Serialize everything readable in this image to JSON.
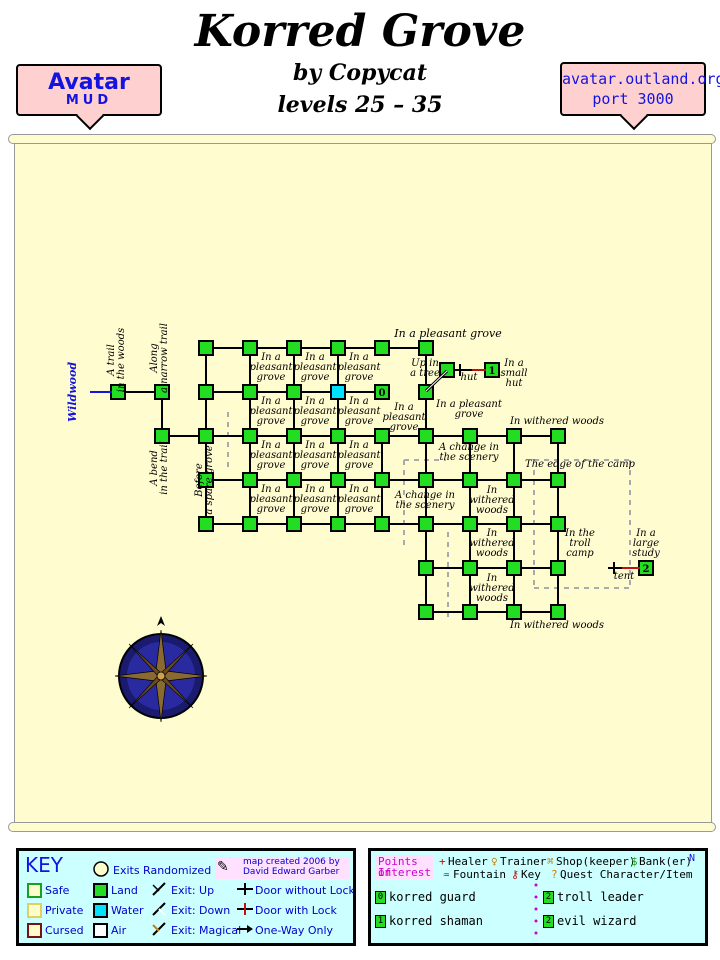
{
  "header": {
    "title": "Korred Grove",
    "author": "by Copycat",
    "levels": "levels 25 – 35",
    "logo_avatar": "Avatar",
    "logo_mud": "MUD",
    "site_url": "avatar.outland.org",
    "site_port": "port 3000"
  },
  "map": {
    "exit_label": "Wildwood",
    "rooms": [
      {
        "id": "r1",
        "col": 2,
        "row": 1,
        "type": "land"
      },
      {
        "id": "r2",
        "col": 3,
        "row": 1,
        "type": "land"
      },
      {
        "id": "r3",
        "col": 4,
        "row": 1,
        "type": "land"
      },
      {
        "id": "r4",
        "col": 5,
        "row": 1,
        "type": "land"
      },
      {
        "id": "r5",
        "col": 6,
        "row": 1,
        "type": "land"
      },
      {
        "id": "r6",
        "col": 7,
        "row": 1,
        "type": "land"
      },
      {
        "id": "r7",
        "col": 0,
        "row": 2,
        "type": "land"
      },
      {
        "id": "r8",
        "col": 1,
        "row": 2,
        "type": "land"
      },
      {
        "id": "r9",
        "col": 2,
        "row": 2,
        "type": "land"
      },
      {
        "id": "r10",
        "col": 3,
        "row": 2,
        "type": "land"
      },
      {
        "id": "r11",
        "col": 4,
        "row": 2,
        "type": "land"
      },
      {
        "id": "r12",
        "col": 5,
        "row": 2,
        "type": "water"
      },
      {
        "id": "r13",
        "col": 6,
        "row": 2,
        "type": "land",
        "marker": "0"
      },
      {
        "id": "r14",
        "col": 7,
        "row": 2,
        "type": "land"
      },
      {
        "id": "r15",
        "col": 1,
        "row": 3,
        "type": "land"
      },
      {
        "id": "r16",
        "col": 1.8,
        "row": 3,
        "type": "land"
      },
      {
        "id": "r17",
        "col": 2,
        "row": 3,
        "type": "land"
      },
      {
        "id": "r18",
        "col": 3,
        "row": 3,
        "type": "land"
      },
      {
        "id": "r19",
        "col": 4,
        "row": 3,
        "type": "land"
      },
      {
        "id": "r20",
        "col": 5,
        "row": 3,
        "type": "land"
      },
      {
        "id": "r21",
        "col": 6,
        "row": 3,
        "type": "land"
      },
      {
        "id": "r22",
        "col": 7,
        "row": 3,
        "type": "land"
      },
      {
        "id": "r23",
        "col": 8,
        "row": 3,
        "type": "land"
      },
      {
        "id": "r24",
        "col": 9,
        "row": 3,
        "type": "land"
      },
      {
        "id": "r25",
        "col": 10,
        "row": 3,
        "type": "land"
      },
      {
        "id": "r26",
        "col": 2,
        "row": 4,
        "type": "land"
      },
      {
        "id": "r27",
        "col": 3,
        "row": 4,
        "type": "land"
      },
      {
        "id": "r28",
        "col": 4,
        "row": 4,
        "type": "land"
      },
      {
        "id": "r29",
        "col": 5,
        "row": 4,
        "type": "land"
      },
      {
        "id": "r30",
        "col": 6,
        "row": 4,
        "type": "land"
      },
      {
        "id": "r31",
        "col": 7,
        "row": 4,
        "type": "land"
      },
      {
        "id": "r32",
        "col": 8,
        "row": 4,
        "type": "land"
      },
      {
        "id": "r33",
        "col": 9,
        "row": 4,
        "type": "land"
      },
      {
        "id": "r34",
        "col": 10,
        "row": 4,
        "type": "land"
      },
      {
        "id": "r35",
        "col": 2,
        "row": 5,
        "type": "land"
      },
      {
        "id": "r36",
        "col": 3,
        "row": 5,
        "type": "land"
      },
      {
        "id": "r37",
        "col": 4,
        "row": 5,
        "type": "land"
      },
      {
        "id": "r38",
        "col": 5,
        "row": 5,
        "type": "land"
      },
      {
        "id": "r39",
        "col": 6,
        "row": 5,
        "type": "land"
      },
      {
        "id": "r40",
        "col": 7,
        "row": 5,
        "type": "land"
      },
      {
        "id": "r41",
        "col": 8,
        "row": 5,
        "type": "land"
      },
      {
        "id": "r42",
        "col": 9,
        "row": 5,
        "type": "land"
      },
      {
        "id": "r43",
        "col": 10,
        "row": 5,
        "type": "land"
      },
      {
        "id": "r44",
        "col": 7,
        "row": 6,
        "type": "land"
      },
      {
        "id": "r45",
        "col": 8,
        "row": 6,
        "type": "land"
      },
      {
        "id": "r46",
        "col": 9,
        "row": 6,
        "type": "land"
      },
      {
        "id": "r47",
        "col": 10,
        "row": 6,
        "type": "land"
      },
      {
        "id": "r48",
        "col": 7,
        "row": 7,
        "type": "land"
      },
      {
        "id": "r49",
        "col": 8,
        "row": 7,
        "type": "land"
      },
      {
        "id": "r50",
        "col": 9,
        "row": 7,
        "type": "land"
      },
      {
        "id": "r51",
        "col": 10,
        "row": 7,
        "type": "land"
      }
    ],
    "labels": [
      {
        "text": "In a pleasant grove",
        "cls": "h"
      },
      {
        "text": "Up in a tree",
        "cls": "h"
      },
      {
        "text": "hut",
        "cls": "h"
      },
      {
        "text": "In a small hut",
        "cls": "h"
      },
      {
        "text": "In a pleasant grove",
        "cls": "h"
      },
      {
        "text": "In withered woods",
        "cls": "h"
      },
      {
        "text": "A change in the scenery",
        "cls": "h"
      },
      {
        "text": "The edge of the camp",
        "cls": "h"
      },
      {
        "text": "A change in the scenery",
        "cls": "h"
      },
      {
        "text": "In withered woods",
        "cls": "h"
      },
      {
        "text": "In withered woods",
        "cls": "h"
      },
      {
        "text": "In the troll camp",
        "cls": "h"
      },
      {
        "text": "In a large study",
        "cls": "h"
      },
      {
        "text": "tent",
        "cls": "h"
      },
      {
        "text": "In withered woods",
        "cls": "h"
      },
      {
        "text": "In withered woods",
        "cls": "h"
      },
      {
        "text": "In a pleasant grove",
        "cls": "h"
      },
      {
        "text": "A trail in the woods",
        "cls": "v"
      },
      {
        "text": "Along a narrow trail",
        "cls": "v"
      },
      {
        "text": "A bend in the trail",
        "cls": "v"
      },
      {
        "text": "Before a spare grove",
        "cls": "v"
      }
    ],
    "mob_markers": [
      "0",
      "1",
      "2"
    ]
  },
  "legend": {
    "key_title": "KEY",
    "exits_randomized": "Exits Randomized",
    "credit_line1": "map created 2006 by",
    "credit_line2": "David Edward Garber",
    "safe": "Safe",
    "private": "Private",
    "cursed": "Cursed",
    "land": "Land",
    "water": "Water",
    "air": "Air",
    "exit_up": "Exit: Up",
    "exit_down": "Exit: Down",
    "exit_magical": "Exit: Magical",
    "door_no_lock": "Door without Lock",
    "door_lock": "Door with Lock",
    "one_way": "One-Way Only",
    "colors": {
      "safe": "#1aa01a",
      "private": "#e0d060",
      "cursed": "#7a1010",
      "land": "#22dd22",
      "water": "#00e0ff",
      "air": "#ffffff"
    }
  },
  "poi": {
    "title_line1": "Points of",
    "title_line2": "Interest",
    "healer": "Healer",
    "trainer": "Trainer",
    "shop": "Shop(keeper)",
    "bank": "Bank(er)",
    "fountain": "Fountain",
    "key": "Key",
    "quest": "Quest Character/Item",
    "mobs": [
      {
        "num": "0",
        "name": "korred guard"
      },
      {
        "num": "1",
        "name": "korred shaman"
      },
      {
        "num": "2",
        "name": "troll leader"
      },
      {
        "num": "2",
        "name": "evil wizard"
      }
    ]
  }
}
